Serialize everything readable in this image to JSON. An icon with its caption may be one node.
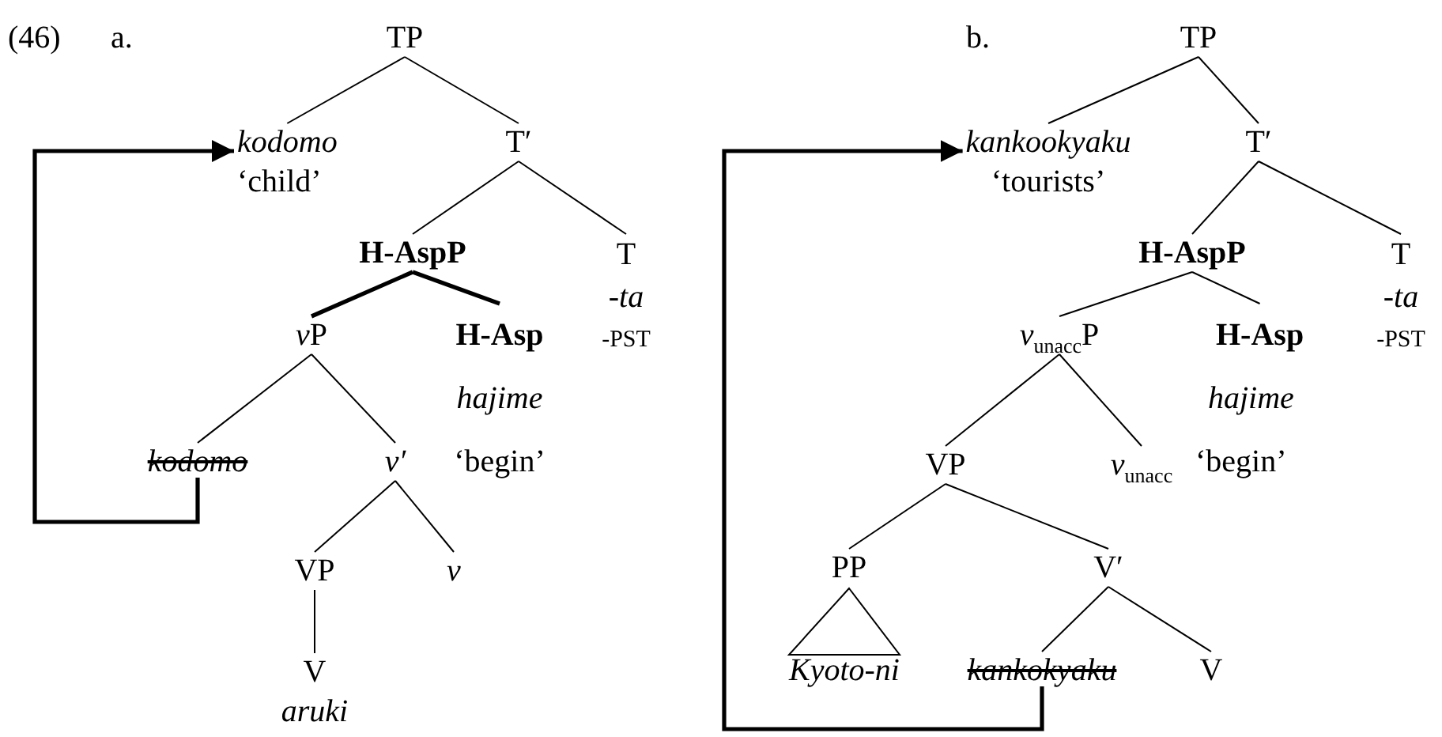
{
  "diagram": {
    "nodes": [
      {
        "text": [
          "TP"
        ]
      },
      {
        "text": [
          "kodomo",
          "‘child’"
        ]
      },
      {
        "text": [
          "T′"
        ]
      },
      {
        "text": [
          "H-AspP"
        ]
      },
      {
        "text": [
          "T",
          "-ta",
          "-PST"
        ]
      },
      {
        "text": [
          "vP"
        ]
      },
      {
        "text": [
          "H-Asp",
          "hajime",
          "‘begin’"
        ]
      },
      {
        "text": [
          "kodomo"
        ]
      },
      {
        "text": [
          "v′"
        ]
      },
      {
        "text": [
          "VP"
        ]
      },
      {
        "text": [
          "v"
        ]
      },
      {
        "text": [
          "V",
          "aruki"
        ]
      },
      {
        "text": [
          "TP"
        ]
      },
      {
        "text": [
          "kankookyaku",
          "‘tourists’"
        ]
      },
      {
        "text": [
          "T′"
        ]
      },
      {
        "text": [
          "H-AspP"
        ]
      },
      {
        "text": [
          "T",
          "-ta",
          "-PST"
        ]
      },
      {
        "text": [
          "*v*$_{unacc}$P"
        ]
      },
      {
        "text": [
          "H-Asp",
          "hajime",
          "‘begin’"
        ]
      },
      {
        "text": [
          "VP"
        ]
      },
      {
        "text": [
          "*v*$_{unacc}$"
        ]
      },
      {
        "text": [
          "PP"
        ]
      },
      {
        "text": [
          "Kyoto-ni"
        ]
      },
      {
        "text": [
          "V′"
        ]
      },
      {
        "text": [
          "kankokyaku"
        ]
      },
      {
        "text": [
          "V"
        ]
      }
    ],
    "edges": [
      {
        "from": 0,
        "to": 1,
        "arrow": "none"
      },
      {
        "from": 0,
        "to": 2,
        "arrow": "none"
      },
      {
        "from": 2,
        "to": 3,
        "arrow": "none"
      },
      {
        "from": 2,
        "to": 4,
        "arrow": "none"
      },
      {
        "from": 3,
        "to": 5,
        "arrow": "none",
        "style": "thick"
      },
      {
        "from": 3,
        "to": 6,
        "arrow": "none",
        "style": "thick"
      },
      {
        "from": 5,
        "to": 7,
        "arrow": "none"
      },
      {
        "from": 5,
        "to": 8,
        "arrow": "none"
      },
      {
        "from": 8,
        "to": 9,
        "arrow": "none"
      },
      {
        "from": 8,
        "to": 10,
        "arrow": "none"
      },
      {
        "from": 9,
        "to": 11,
        "arrow": "none"
      },
      {
        "from": 7,
        "to": 1,
        "arrow": "to",
        "style": "thick"
      },
      {
        "from": 12,
        "to": 13,
        "arrow": "none"
      },
      {
        "from": 12,
        "to": 14,
        "arrow": "none"
      },
      {
        "from": 14,
        "to": 15,
        "arrow": "none"
      },
      {
        "from": 14,
        "to": 16,
        "arrow": "none"
      },
      {
        "from": 15,
        "to": 17,
        "arrow": "none"
      },
      {
        "from": 15,
        "to": 18,
        "arrow": "none"
      },
      {
        "from": 17,
        "to": 19,
        "arrow": "none"
      },
      {
        "from": 17,
        "to": 20,
        "arrow": "none"
      },
      {
        "from": 19,
        "to": 21,
        "arrow": "none"
      },
      {
        "from": 19,
        "to": 23,
        "arrow": "none"
      },
      {
        "from": 21,
        "to": 22,
        "arrow": "none"
      },
      {
        "from": 23,
        "to": 24,
        "arrow": "none"
      },
      {
        "from": 23,
        "to": 25,
        "arrow": "none"
      },
      {
        "from": 24,
        "to": 13,
        "arrow": "to",
        "style": "thick"
      }
    ],
    "labels": [
      "(46)",
      "a.",
      "b."
    ]
  }
}
